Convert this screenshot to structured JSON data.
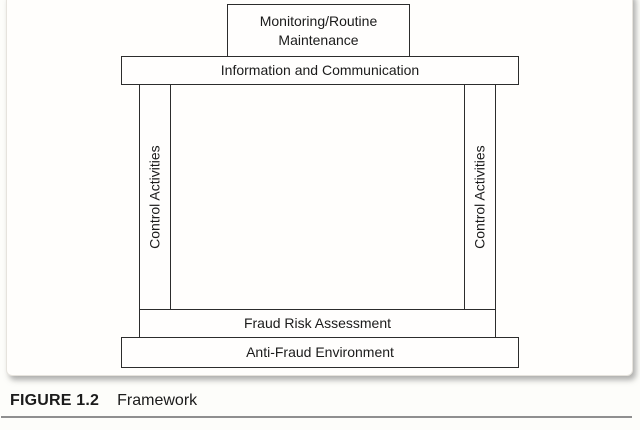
{
  "figure": {
    "boxes": {
      "monitoring": "Monitoring/Routine Maintenance",
      "information": "Information and Communication",
      "control_left": "Control Activities",
      "control_right": "Control Activities",
      "fraud_risk": "Fraud Risk Assessment",
      "anti_fraud": "Anti-Fraud Environment"
    },
    "caption": {
      "label": "FIGURE 1.2",
      "title": "Framework"
    },
    "colors": {
      "box_stroke": "#2c2c2c",
      "box_fill": "#fffefd",
      "text": "#1b1b1b",
      "card_background": "#fffefc",
      "card_shadow": "#9a9a9a",
      "caption_rule": "#8f8f8f"
    }
  }
}
